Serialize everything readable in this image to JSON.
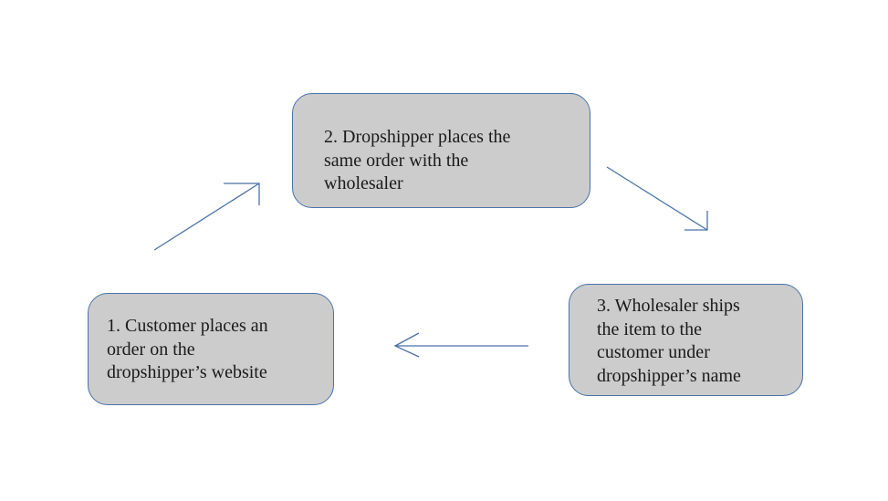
{
  "diagram": {
    "steps": [
      {
        "id": "step-1",
        "text": "1. Customer places an\norder on the\ndropshipper’s website"
      },
      {
        "id": "step-2",
        "text": "2. Dropshipper places the\nsame order with the\nwholesaler"
      },
      {
        "id": "step-3",
        "text": "3. Wholesaler ships\nthe item to the\ncustomer under\ndropshipper’s name"
      }
    ],
    "flow": [
      "step-1 -> step-2",
      "step-2 -> step-3",
      "step-3 -> step-1"
    ],
    "colors": {
      "box_fill": "#cccccc",
      "box_border": "#4a72a8",
      "arrow": "#4a72a8",
      "text": "#1a1a1a"
    }
  }
}
